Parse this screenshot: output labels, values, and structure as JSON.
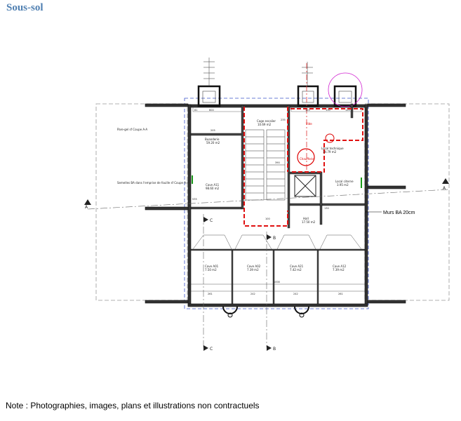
{
  "header": {
    "title": "Sous-sol"
  },
  "plan": {
    "rooms": {
      "cage_escalier": {
        "name": "Cage escalier",
        "area": "10.69 m2"
      },
      "buanderie": {
        "name": "Buanderie",
        "area": "59.20 m2"
      },
      "cave_a11": {
        "name": "Cave A11",
        "area": "98.60 m2"
      },
      "hall": {
        "name": "Hall",
        "area": "17.50 m2"
      },
      "local_technique": {
        "name": "Local technique",
        "area": "14.79 m2"
      },
      "local_citerne": {
        "name": "Local citerne",
        "area": "3.95 m2"
      },
      "cave_a01": {
        "name": "Cave A01",
        "area": "7.50 m2"
      },
      "cave_a02": {
        "name": "Cave A02",
        "area": "7.39 m2"
      },
      "cave_a21": {
        "name": "Cave A21",
        "area": "7.42 m2"
      },
      "cave_a12": {
        "name": "Cave A12",
        "area": "7.39 m2"
      }
    },
    "annotations": {
      "murs_ba": "Murs BA 20cm",
      "pare_gel": "Pare-gel\nsf Coupe A-A",
      "semelles": "Semelles BA\ndans l'emprise de fouille\nsf Coupe A-A",
      "chaufferie": "Chaufferie",
      "vide": "Vide"
    },
    "section_marks": {
      "a": "A",
      "b": "B",
      "c": "C"
    },
    "dimensions": {
      "top_a": "81",
      "top_b": "600",
      "top_c": "120",
      "top_d": "130",
      "top_e": "120",
      "right_a": "130",
      "bottom_a": "261",
      "bottom_b": "242",
      "bottom_c": "242",
      "bottom_d": "261",
      "bottom_total": "1000",
      "mid_a": "205",
      "mid_b": "100",
      "mid_c": "235",
      "mid_d": "390",
      "side_a": "535"
    }
  },
  "footer": {
    "note": "Note : Photographies, images, plans et illustrations non contractuels"
  }
}
